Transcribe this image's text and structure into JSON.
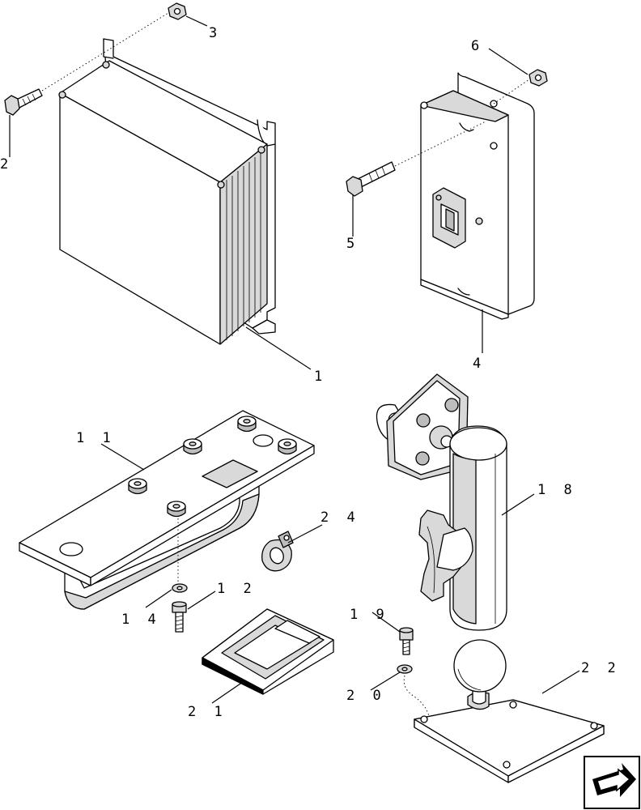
{
  "callouts": [
    {
      "id": "1",
      "text": "1"
    },
    {
      "id": "2",
      "text": "2"
    },
    {
      "id": "3",
      "text": "3"
    },
    {
      "id": "4",
      "text": "4"
    },
    {
      "id": "5",
      "text": "5"
    },
    {
      "id": "6",
      "text": "6"
    },
    {
      "id": "11",
      "text": "1 1"
    },
    {
      "id": "12",
      "text": "1 2"
    },
    {
      "id": "14",
      "text": "1 4"
    },
    {
      "id": "18",
      "text": "1 8"
    },
    {
      "id": "19",
      "text": "1 9"
    },
    {
      "id": "20",
      "text": "2 0"
    },
    {
      "id": "21",
      "text": "2 1"
    },
    {
      "id": "22",
      "text": "2 2"
    },
    {
      "id": "24",
      "text": "2 4"
    }
  ],
  "icons": {
    "navigation": "next-page-arrow-icon"
  }
}
